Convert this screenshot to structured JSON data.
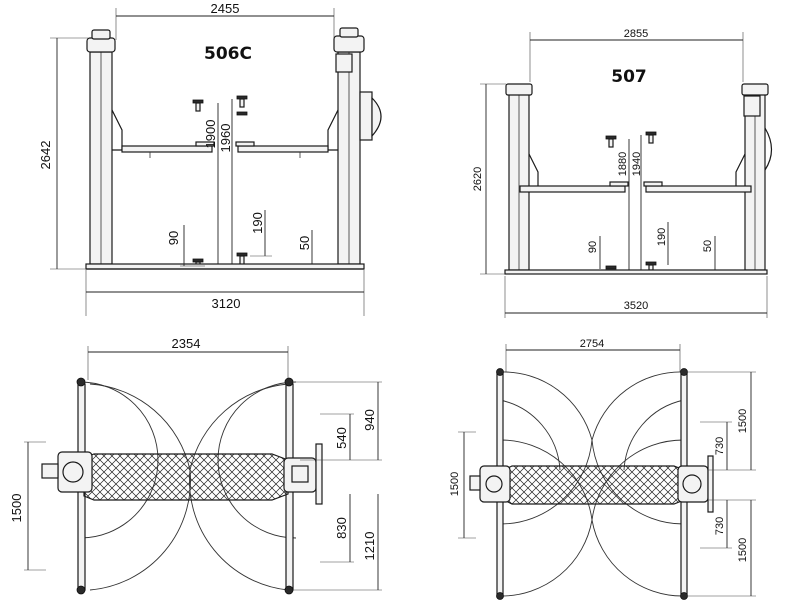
{
  "lift_506c": {
    "model": "506C",
    "dims": {
      "inner_width": "2455",
      "overall_width": "3120",
      "height": "2642",
      "max_lift_high": "1960",
      "max_lift_low": "1900",
      "pad_min": "90",
      "pad_adapter": "190",
      "arm_min": "50"
    }
  },
  "lift_507": {
    "model": "507",
    "dims": {
      "inner_width": "2855",
      "overall_width": "3520",
      "height": "2620",
      "max_lift_high": "1940",
      "max_lift_low": "1880",
      "pad_min": "90",
      "pad_adapter": "190",
      "arm_min": "50"
    }
  },
  "plan_506c": {
    "dims": {
      "post_spacing": "2354",
      "base_width": "1500",
      "front_arm": "940",
      "front_arm_short": "540",
      "rear_arm_short": "830",
      "rear_arm": "1210"
    }
  },
  "plan_507": {
    "dims": {
      "post_spacing": "2754",
      "base_width": "1500",
      "front_arm": "1500",
      "front_arm_short": "730",
      "rear_arm_short": "730",
      "rear_arm": "1500"
    }
  }
}
